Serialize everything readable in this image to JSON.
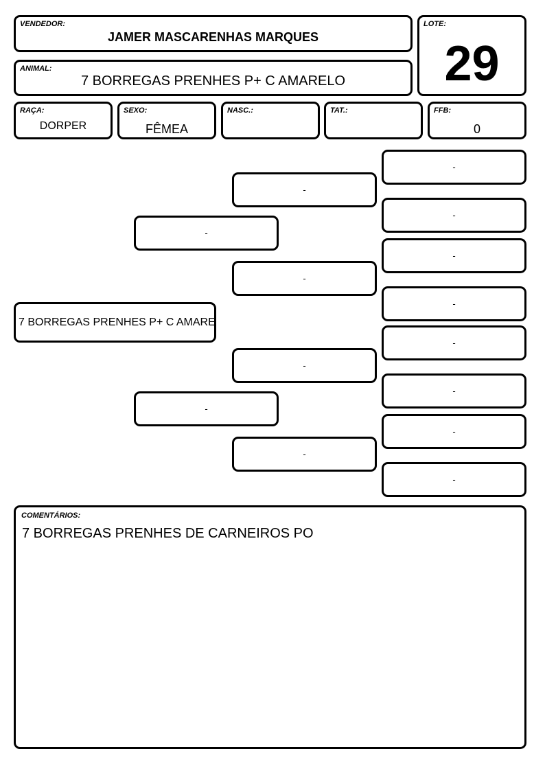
{
  "header": {
    "vendedor": {
      "label": "VENDEDOR:",
      "value": "JAMER MASCARENHAS MARQUES"
    },
    "lote": {
      "label": "LOTE:",
      "value": "29"
    },
    "animal": {
      "label": "ANIMAL:",
      "value": "7 BORREGAS PRENHES P+ C AMARELO"
    },
    "raca": {
      "label": "RAÇA:",
      "value": "DORPER"
    },
    "sexo": {
      "label": "SEXO:",
      "value": "FÊMEA"
    },
    "nasc": {
      "label": "NASC.:",
      "value": ""
    },
    "tat": {
      "label": "TAT.:",
      "value": ""
    },
    "ffb": {
      "label": "FFB:",
      "value": "0"
    }
  },
  "pedigree": {
    "animal": "7 BORREGAS PRENHES P+ C AMARE",
    "parents": [
      "-",
      "-"
    ],
    "grandparents": [
      "-",
      "-",
      "-",
      "-"
    ],
    "great_grandparents": [
      "-",
      "-",
      "-",
      "-",
      "-",
      "-",
      "-",
      "-"
    ]
  },
  "comments": {
    "label": "COMENTÁRIOS:",
    "text": "7 BORREGAS PRENHES DE CARNEIROS PO"
  }
}
